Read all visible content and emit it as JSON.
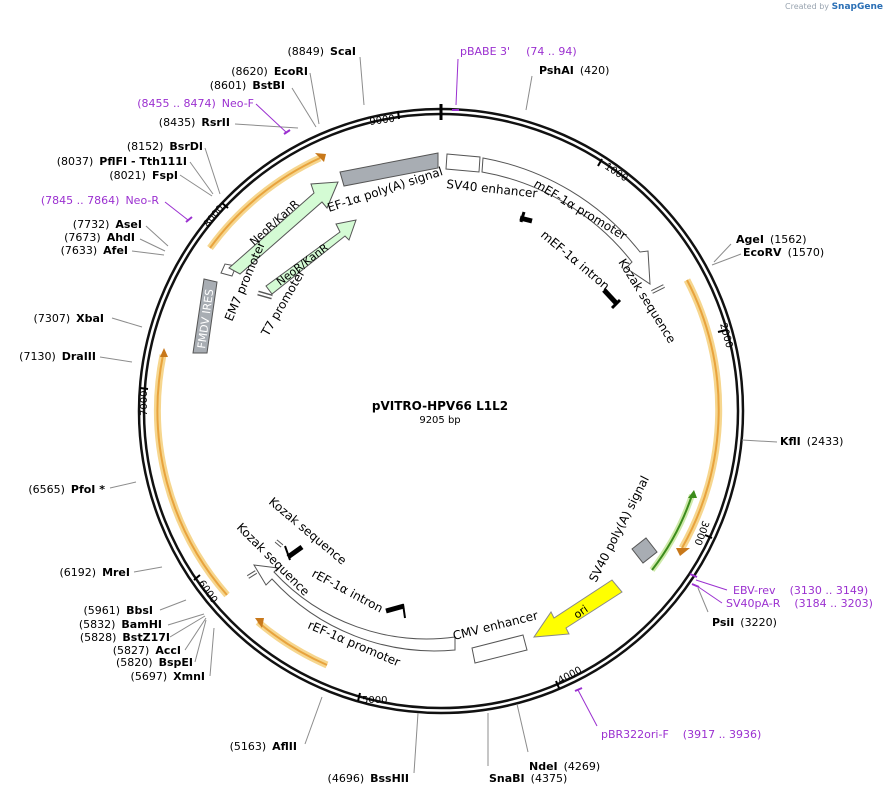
{
  "credit": {
    "prefix": "Created by",
    "brand": "SnapGene"
  },
  "plasmid": {
    "name": "pVITRO-HPV66 L1L2",
    "length": "9205 bp",
    "total_bp": 9205
  },
  "ticks": [
    {
      "label": "1000",
      "bp": 1000
    },
    {
      "label": "2000",
      "bp": 2000
    },
    {
      "label": "3000",
      "bp": 3000
    },
    {
      "label": "4000",
      "bp": 4000
    },
    {
      "label": "5000",
      "bp": 5000
    },
    {
      "label": "6000",
      "bp": 6000
    },
    {
      "label": "7000",
      "bp": 7000
    },
    {
      "label": "8000",
      "bp": 8000
    },
    {
      "label": "9000",
      "bp": 9000
    }
  ],
  "sites": [
    {
      "name": "ScaI",
      "pos": "(8849)",
      "side": "L"
    },
    {
      "name": "EcoRI",
      "pos": "(8620)",
      "side": "L"
    },
    {
      "name": "BstBI",
      "pos": "(8601)",
      "side": "L"
    },
    {
      "name": "RsrII",
      "pos": "(8435)",
      "side": "L"
    },
    {
      "name": "BsrDI",
      "pos": "(8152)",
      "side": "L"
    },
    {
      "name": "PflFI",
      "pos": "(8037)",
      "side": "L",
      "extra": " - Tth111I"
    },
    {
      "name": "FspI",
      "pos": "(8021)",
      "side": "L"
    },
    {
      "name": "AseI",
      "pos": "(7732)",
      "side": "L"
    },
    {
      "name": "AhdI",
      "pos": "(7673)",
      "side": "L"
    },
    {
      "name": "AfeI",
      "pos": "(7633)",
      "side": "L"
    },
    {
      "name": "XbaI",
      "pos": "(7307)",
      "side": "L"
    },
    {
      "name": "DraIII",
      "pos": "(7130)",
      "side": "L"
    },
    {
      "name": "PfoI *",
      "pos": "(6565)",
      "side": "L"
    },
    {
      "name": "MreI",
      "pos": "(6192)",
      "side": "L"
    },
    {
      "name": "BbsI",
      "pos": "(5961)",
      "side": "L"
    },
    {
      "name": "BamHI",
      "pos": "(5832)",
      "side": "L"
    },
    {
      "name": "BstZ17I",
      "pos": "(5828)",
      "side": "L"
    },
    {
      "name": "AccI",
      "pos": "(5827)",
      "side": "L"
    },
    {
      "name": "BspEI",
      "pos": "(5820)",
      "side": "L"
    },
    {
      "name": "XmnI",
      "pos": "(5697)",
      "side": "L"
    },
    {
      "name": "AflII",
      "pos": "(5163)",
      "side": "L"
    },
    {
      "name": "BssHII",
      "pos": "(4696)",
      "side": "L"
    },
    {
      "name": "SnaBI",
      "pos": "(4375)",
      "side": "R"
    },
    {
      "name": "NdeI",
      "pos": "(4269)",
      "side": "R"
    },
    {
      "name": "PsiI",
      "pos": "(3220)",
      "side": "R"
    },
    {
      "name": "KflI",
      "pos": "(2433)",
      "side": "R"
    },
    {
      "name": "AgeI",
      "pos": "(1562)",
      "side": "R"
    },
    {
      "name": "EcoRV",
      "pos": "(1570)",
      "side": "R"
    },
    {
      "name": "PshAI",
      "pos": "(420)",
      "side": "R"
    }
  ],
  "primers": [
    {
      "name": "pBABE 3'",
      "range": "(74 .. 94)",
      "side": "R"
    },
    {
      "name": "Neo-F",
      "range": "(8455 .. 8474)",
      "side": "L"
    },
    {
      "name": "Neo-R",
      "range": "(7845 .. 7864)",
      "side": "L"
    },
    {
      "name": "EBV-rev",
      "range": "(3130 .. 3149)",
      "side": "R"
    },
    {
      "name": "SV40pA-R",
      "range": "(3184 .. 3203)",
      "side": "R"
    },
    {
      "name": "pBR322ori-F",
      "range": "(3917 .. 3936)",
      "side": "R"
    }
  ],
  "features": [
    {
      "label": "EF-1α poly(A) signal",
      "kind": "terminator",
      "color": "#a8adb3"
    },
    {
      "label": "SV40 enhancer",
      "kind": "misc",
      "color": "#ffffff"
    },
    {
      "label": "mEF-1α promoter",
      "kind": "promoter",
      "color": "#ffffff"
    },
    {
      "label": "mEF-1α intron",
      "kind": "intron",
      "color": "#000000"
    },
    {
      "label": "Kozak sequence",
      "kind": "misc",
      "color": "#ffffff"
    },
    {
      "label": "SV40 poly(A) signal",
      "kind": "terminator",
      "color": "#a8adb3"
    },
    {
      "label": "ori",
      "kind": "rep_origin",
      "color": "#ffff00"
    },
    {
      "label": "CMV enhancer",
      "kind": "misc",
      "color": "#ffffff"
    },
    {
      "label": "rEF-1α promoter",
      "kind": "promoter",
      "color": "#ffffff"
    },
    {
      "label": "rEF-1α intron",
      "kind": "intron",
      "color": "#000000"
    },
    {
      "label": "Kozak sequence",
      "kind": "misc",
      "color": "#ffffff"
    },
    {
      "label": "Kozak sequence",
      "kind": "misc",
      "color": "#ffffff"
    },
    {
      "label": "FMDV IRES",
      "kind": "misc",
      "color": "#a8adb3"
    },
    {
      "label": "EM7 promoter",
      "kind": "promoter",
      "color": "#ffffff"
    },
    {
      "label": "T7 promoter",
      "kind": "promoter",
      "color": "#ffffff"
    },
    {
      "label": "NeoR/KanR",
      "kind": "cds",
      "color": "#d4fbd4"
    },
    {
      "label": "NeoR/KanR",
      "kind": "cds",
      "color": "#d4fbd4"
    }
  ],
  "colors": {
    "enzyme": "#000000",
    "primer": "#9b30d0",
    "orf_stroke": "#e8a33d",
    "orf_halo": "#f6d68e",
    "orf_green": "#3c8c1c",
    "backbone": "#111111"
  }
}
